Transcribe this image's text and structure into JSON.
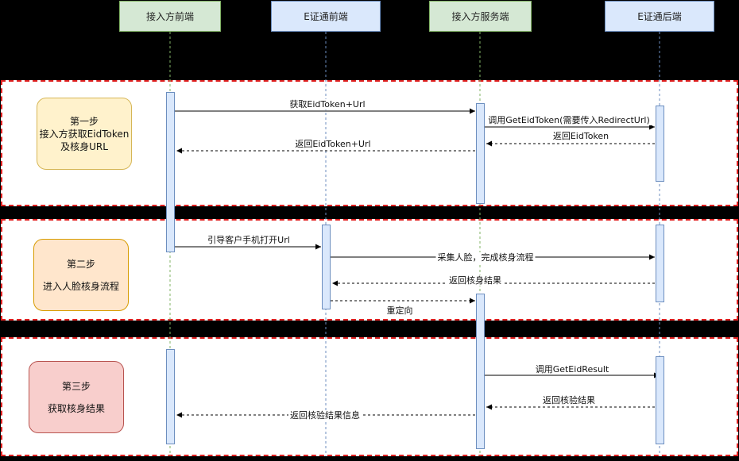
{
  "participants": [
    {
      "label": "接入方前端"
    },
    {
      "label": "E证通前端"
    },
    {
      "label": "接入方服务端"
    },
    {
      "label": "E证通后端"
    }
  ],
  "steps": [
    {
      "title": "第一步",
      "lines": [
        "接入方获取EidToken",
        "及核身URL"
      ]
    },
    {
      "title": "第二步",
      "lines": [
        "进入人脸核身流程"
      ]
    },
    {
      "title": "第三步",
      "lines": [
        "获取核身结果"
      ]
    }
  ],
  "messages": [
    {
      "label": "获取EidToken+Url"
    },
    {
      "label": "调用GetEidToken(需要传入RedirectUrl)"
    },
    {
      "label": "返回EidToken"
    },
    {
      "label": "返回EidToken+Url"
    },
    {
      "label": "引导客户手机打开Url"
    },
    {
      "label": "采集人脸，完成核身流程"
    },
    {
      "label": "返回核身结果"
    },
    {
      "label": "重定向"
    },
    {
      "label": "调用GetEidResult"
    },
    {
      "label": "返回核验结果"
    },
    {
      "label": "返回核验结果信息"
    }
  ],
  "colors": {
    "band_border": "#e02020",
    "green_fill": "#d5e8d4",
    "green_stroke": "#82b366",
    "blue_fill": "#dae8fc",
    "blue_stroke": "#6c8ebf",
    "step1_fill": "#fff2cc",
    "step1_stroke": "#d6b656",
    "step2_fill": "#ffe6cc",
    "step2_stroke": "#d79b00",
    "step3_fill": "#f8cecc",
    "step3_stroke": "#b85450"
  }
}
